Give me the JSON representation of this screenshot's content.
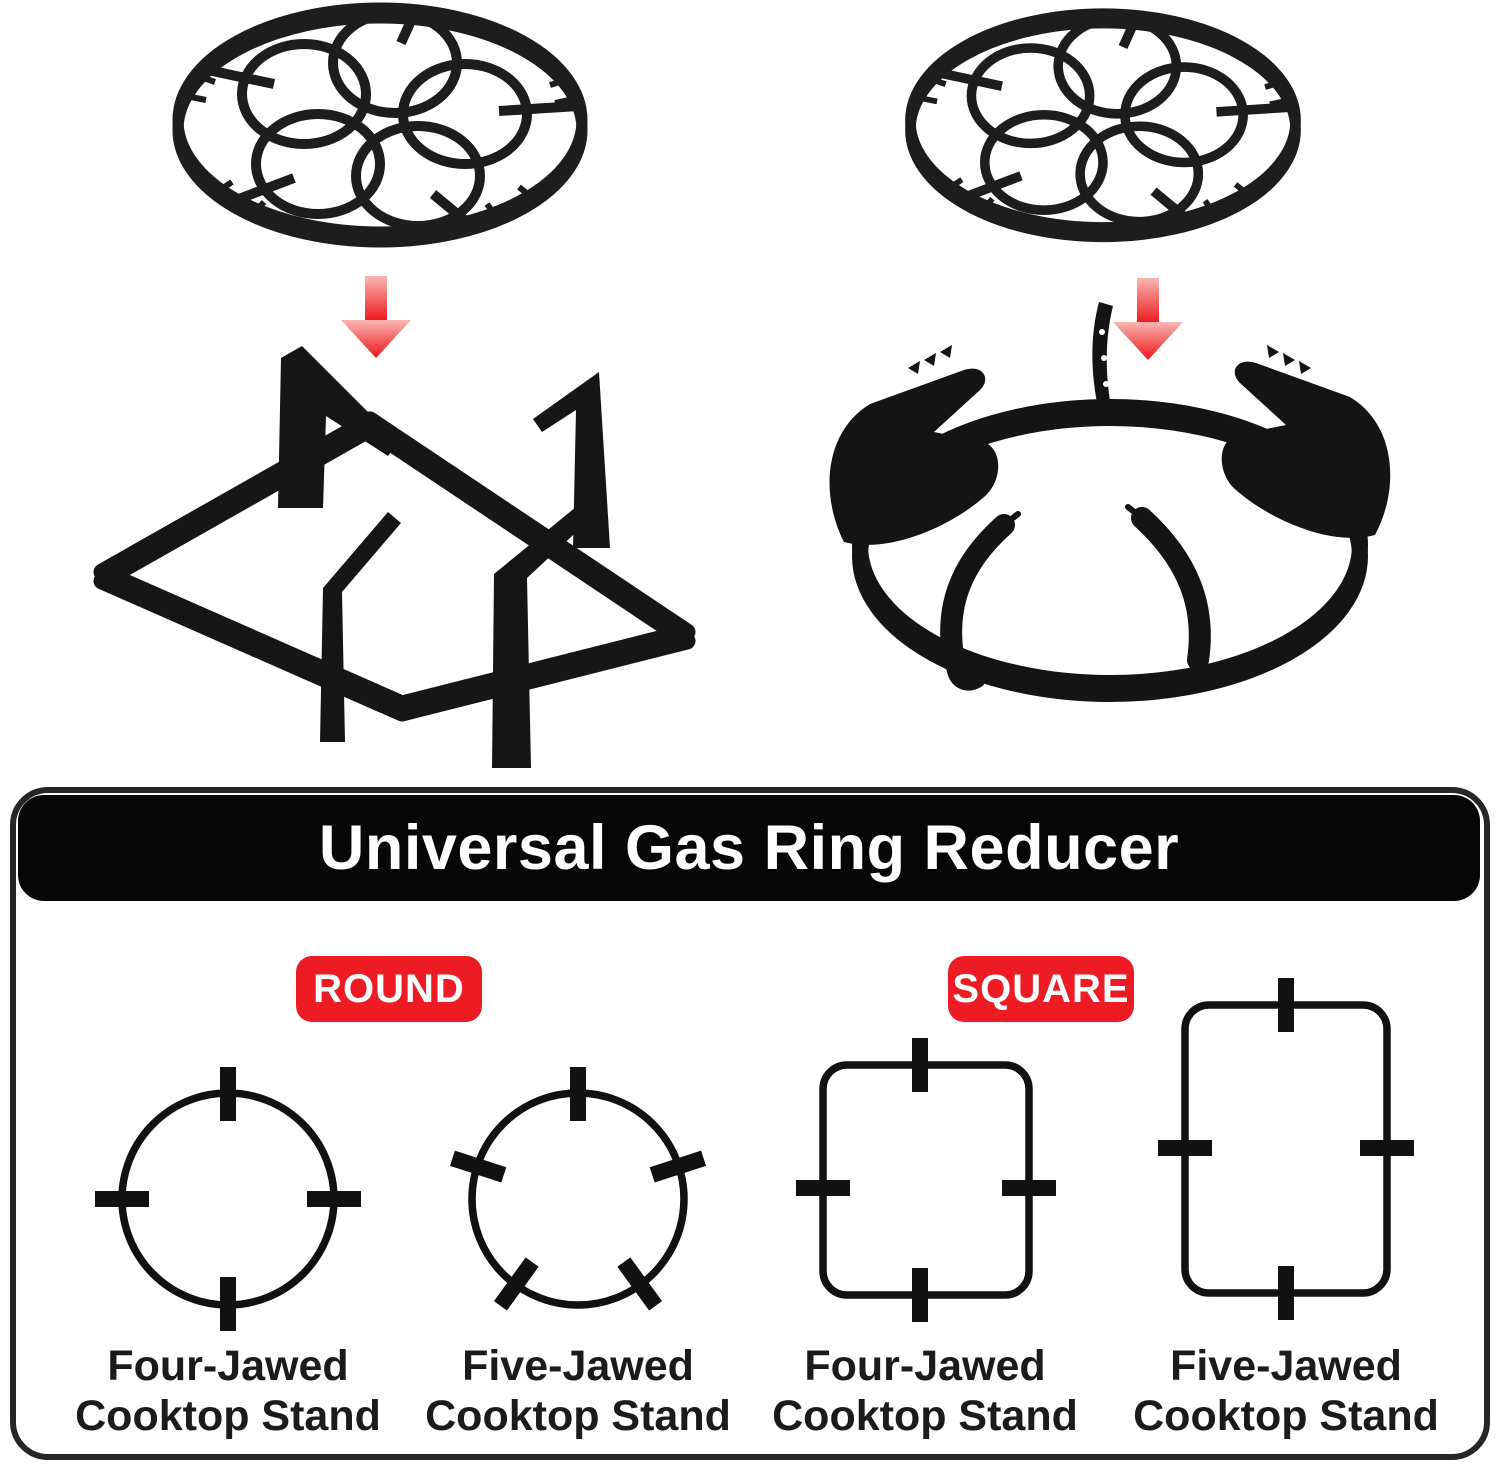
{
  "header": {
    "title": "Universal Gas Ring Reducer"
  },
  "badges": [
    {
      "label": "ROUND"
    },
    {
      "label": "SQUARE"
    }
  ],
  "diagrams": [
    {
      "id": "round-four-jawed",
      "shape": "circle",
      "jaws": 4,
      "label_line1": "Four-Jawed",
      "label_line2": "Cooktop Stand"
    },
    {
      "id": "round-five-jawed",
      "shape": "circle",
      "jaws": 5,
      "label_line1": "Five-Jawed",
      "label_line2": "Cooktop Stand"
    },
    {
      "id": "square-four-jawed",
      "shape": "square",
      "jaws": 4,
      "label_line1": "Four-Jawed",
      "label_line2": "Cooktop Stand"
    },
    {
      "id": "square-five-jawed",
      "shape": "rectangle",
      "jaws": 5,
      "label_line1": "Five-Jawed",
      "label_line2": "Cooktop Stand"
    }
  ],
  "illustrations": {
    "left_flow": {
      "top": "gas-ring-reducer-grate-icon",
      "middle": "red-down-arrow-icon",
      "bottom": "square-four-jawed-stand-icon"
    },
    "right_flow": {
      "top": "gas-ring-reducer-grate-icon",
      "middle": "red-down-arrow-icon",
      "bottom": "round-five-jawed-stand-icon"
    }
  },
  "colors": {
    "accent_red": "#ed1c24",
    "panel_border": "#262626",
    "header_bg": "#060606",
    "title_text": "#ffffff",
    "diagram_ink": "#111111",
    "label_text": "#1b1b1b",
    "cast_iron": "#1b1b1b",
    "arrow_gradient_top": "#f8b6b2",
    "arrow_gradient_bottom": "#ee1418"
  }
}
